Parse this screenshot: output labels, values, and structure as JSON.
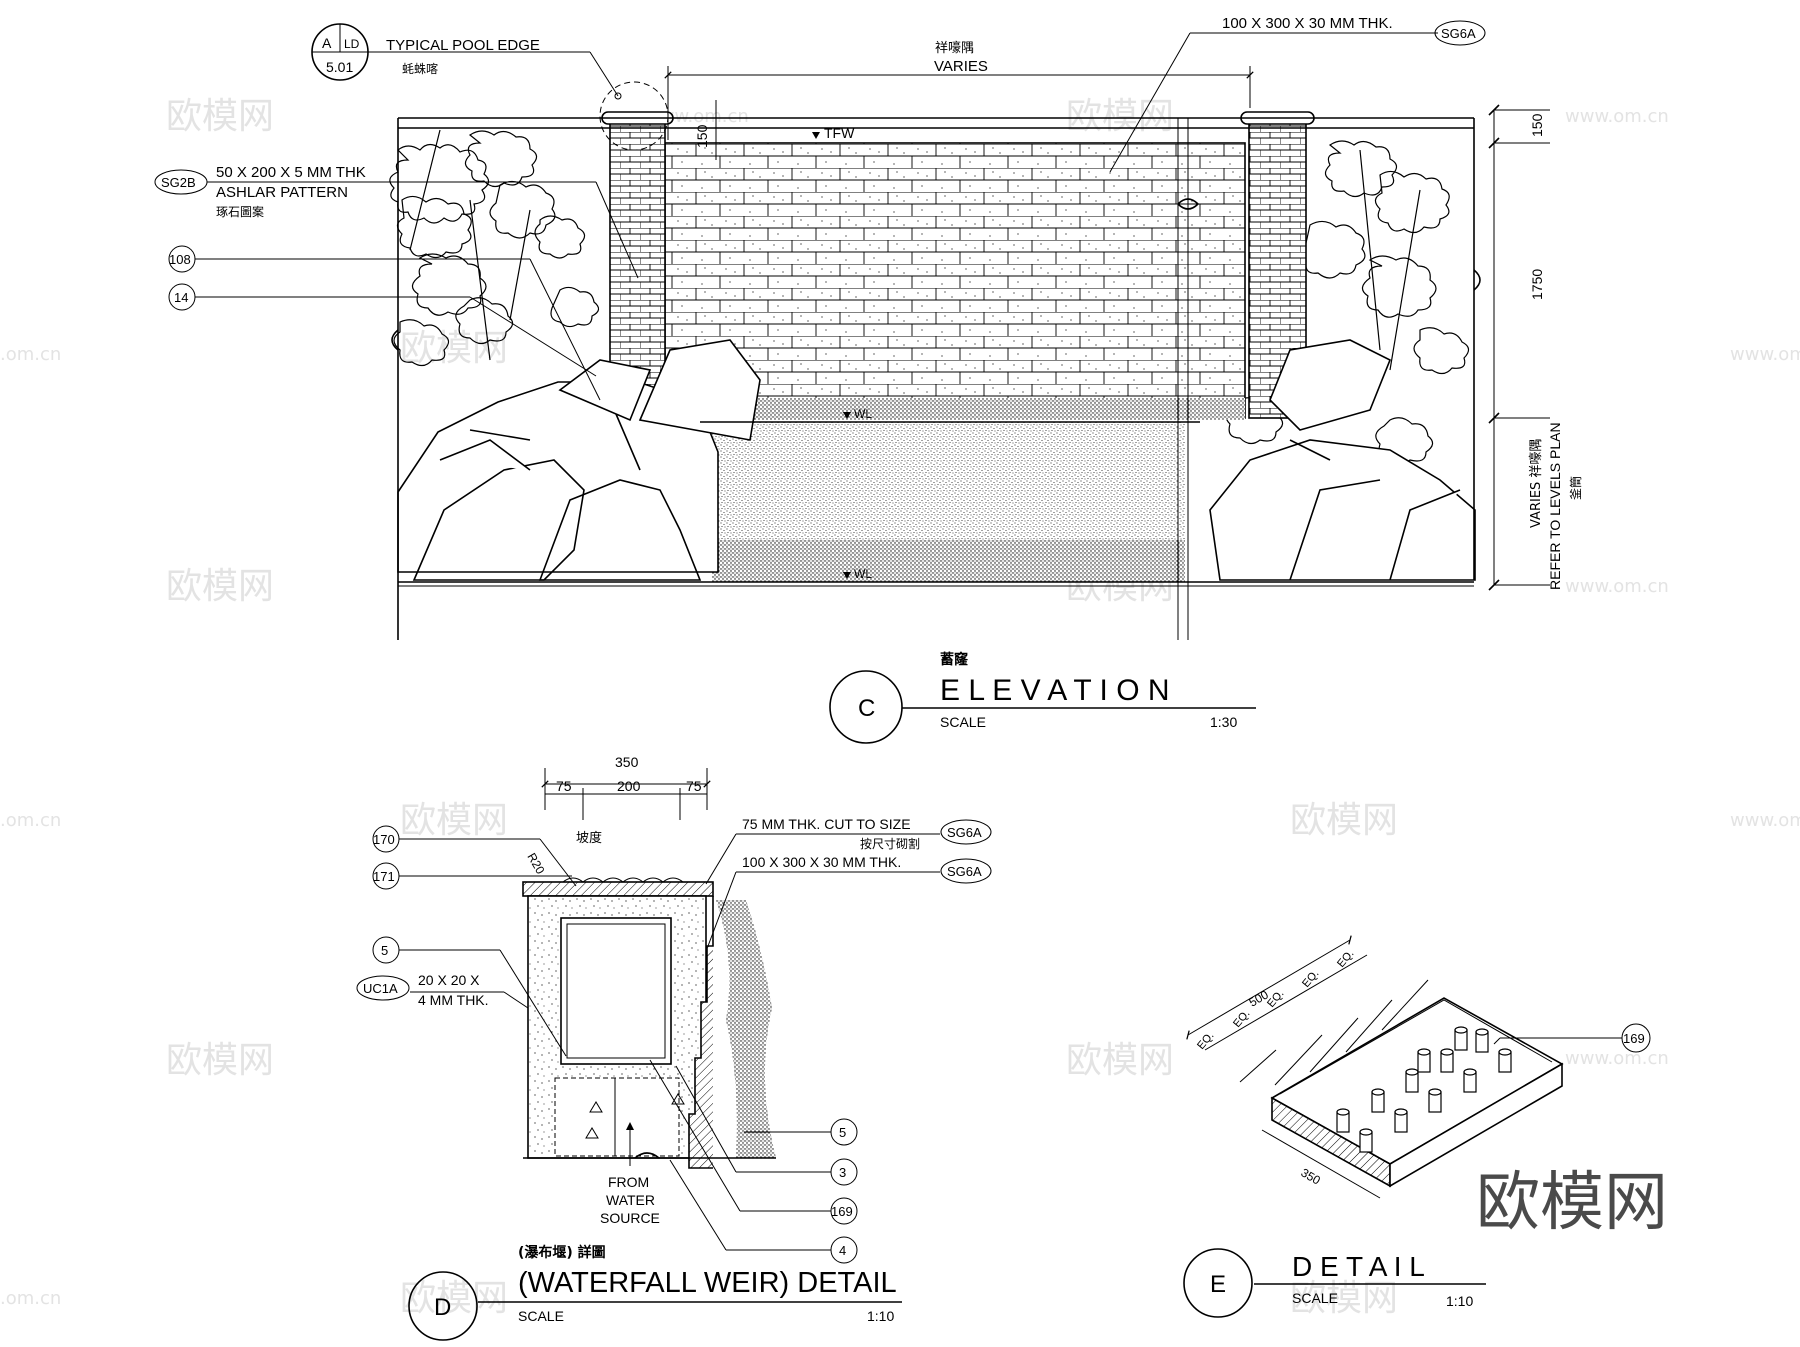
{
  "watermark": {
    "text": "欧模网",
    "domain": "www.om.cn",
    "domain_short": ".om.cn"
  },
  "elevation": {
    "ref_a": "A",
    "ref_ld": "LD",
    "ref_sheet": "5.01",
    "pool_edge": "TYPICAL POOL EDGE",
    "pool_edge_cn": "蚝蛛喀",
    "varies_cn": "祥嚎隅",
    "varies": "VARIES",
    "paver_spec": "100 X 300 X 30 MM THK.",
    "tag_sg6a": "SG6A",
    "tag_sg2b": "SG2B",
    "ashlar_1": "50 X 200 X 5 MM THK",
    "ashlar_2": "ASHLAR PATTERN",
    "ashlar_cn": "琢石圖案",
    "ref_108": "108",
    "ref_14": "14",
    "tfw": "TFW",
    "wl": "WL",
    "dim_150a": "150",
    "dim_150b": "150",
    "dim_1750": "1750",
    "dim_varies_1": "VARIES 祥嚎隅",
    "dim_varies_2": "REFER TO LEVELS PLAN",
    "dim_varies_cn": "釜簡",
    "section_letter": "C",
    "title_cn": "蓄窿",
    "title": "E L E V A T I O N",
    "scale_label": "SCALE",
    "scale": "1:30"
  },
  "weir": {
    "dim_350": "350",
    "dim_75a": "75",
    "dim_200": "200",
    "dim_75b": "75",
    "slope_cn": "坡度",
    "r20": "R20",
    "ref_170": "170",
    "ref_171": "171",
    "ref_5": "5",
    "tag_uc1a": "UC1A",
    "uc_1": "20 X 20 X",
    "uc_2": "4 MM THK.",
    "cut_1": "75 MM THK. CUT TO SIZE",
    "cut_cn": "按尺寸砌割",
    "tag_sg6a_1": "SG6A",
    "paver": "100 X 300 X 30 MM THK.",
    "tag_sg6a_2": "SG6A",
    "r_5": "5",
    "r_3": "3",
    "r_169": "169",
    "r_4": "4",
    "source_1": "FROM",
    "source_2": "WATER",
    "source_3": "SOURCE",
    "title_cn": "(瀑布堰) 詳圖",
    "section_letter": "D",
    "title": "(WATERFALL WEIR) DETAIL",
    "scale_label": "SCALE",
    "scale": "1:10"
  },
  "grate": {
    "dim_500": "500",
    "eq": "EQ.",
    "dim_350": "350",
    "ref_169": "169",
    "section_letter": "E",
    "title": "D E T A I L",
    "scale_label": "SCALE",
    "scale": "1:10"
  },
  "logo_text": "欧模网"
}
